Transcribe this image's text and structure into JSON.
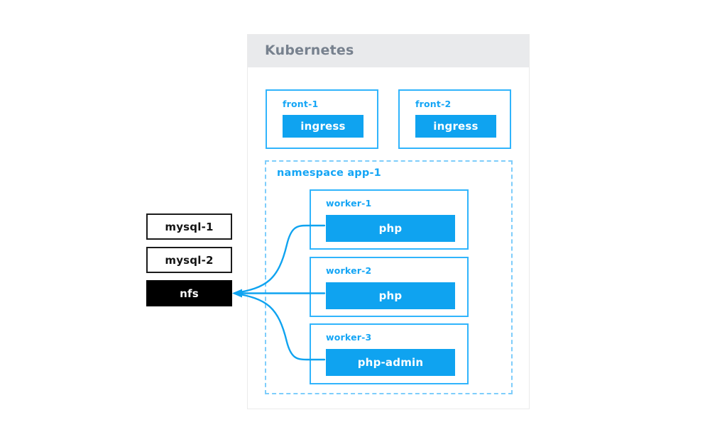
{
  "cluster": {
    "title": "Kubernetes",
    "title_color": "#77818e",
    "header_bg": "#e9eaec",
    "accent_color": "#0fa3f0",
    "border_color": "#30b4fc",
    "dashed_color": "#7ecdfb"
  },
  "frontends": [
    {
      "name": "front-1",
      "pod": "ingress"
    },
    {
      "name": "front-2",
      "pod": "ingress"
    }
  ],
  "namespace": {
    "label": "namespace app-1",
    "workers": [
      {
        "name": "worker-1",
        "pod": "php"
      },
      {
        "name": "worker-2",
        "pod": "php"
      },
      {
        "name": "worker-3",
        "pod": "php-admin"
      }
    ]
  },
  "external_nodes": [
    {
      "label": "mysql-1",
      "style": "light"
    },
    {
      "label": "mysql-2",
      "style": "light"
    },
    {
      "label": "nfs",
      "style": "dark"
    }
  ],
  "connections": [
    {
      "from": "nfs",
      "to": "worker-1-php"
    },
    {
      "from": "nfs",
      "to": "worker-2-php"
    },
    {
      "from": "nfs",
      "to": "worker-3-php"
    }
  ]
}
